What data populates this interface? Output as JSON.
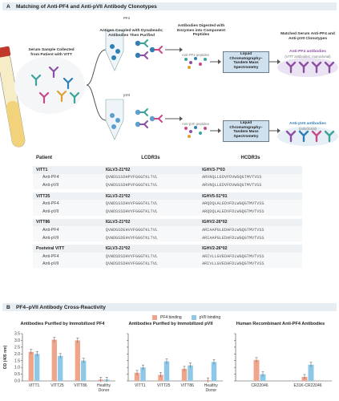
{
  "panel_a": {
    "label": "A",
    "title": "Matching of Anti-PF4 and Anti-pVII Antibody Clonotypes",
    "step_serum": "Serum Sample Collected from Patient with VITT",
    "step_antigen": "Antigen Coupled with Dynabeads; Antibodies Then Purified",
    "step_digest": "Antibodies Digested with Enzymes into Component Peptides",
    "step_matched": "Matched Serum Anti-PF4 and Anti-pVII Clonotypes",
    "tube_pf4": "PF4",
    "tube_pvii": "pVII",
    "peptides_pf4": "Anti-PF4 peptides",
    "peptides_pvii": "Anti-pVII peptides",
    "lcms_label": "Liquid Chromatography–Tandem Mass Spectrometry",
    "result_pf4_title": "Anti-PF4 antibodies",
    "result_pf4_sub": "(VITT antibodies; monoclonal)",
    "result_pvii_title": "Anti-pVII antibodies",
    "result_pvii_sub": "(polyclonal)",
    "colors": {
      "pf4_bead": "#2e7fb4",
      "pvii_bead": "#5a9fd0",
      "antibody_teal": "#3aa39a",
      "antibody_purple": "#8d4fa3",
      "antibody_pink": "#c8498a",
      "tube_fill": "#f2d27a"
    }
  },
  "table": {
    "col_patient": "Patient",
    "col_lcdr3": "LCDR3s",
    "col_hcdr3": "HCDR3s",
    "rows": [
      {
        "patient": "VITT1",
        "light_gene": "IGLV3-21*02",
        "heavy_gene": "IGHV3-7*03",
        "entries": [
          {
            "label": "Anti-PF4",
            "lcdr3": "QVWDSSSDHPVFGGGTKLTVL",
            "hcdr3": "ARVNQLLEDVFDVWGQGTMVTVSS"
          },
          {
            "label": "Anti-pVII",
            "lcdr3": "QVWDSSSDHPVFGGGTKLTVL",
            "hcdr3": "ARVNQLLEDVFDVWGQGTMVTVSS"
          }
        ]
      },
      {
        "patient": "VITT25",
        "light_gene": "IGLV3-21*02",
        "heavy_gene": "IGHV5-51*01",
        "entries": [
          {
            "label": "Anti-PF4",
            "lcdr3": "QVWDSSSDHVVFGGGTKLTVL",
            "hcdr3": "ARQDQLALEDVFDLWGQGTMVTVSS"
          },
          {
            "label": "Anti-pVII",
            "lcdr3": "QVWDSSSDHVVFGGGTKLTVL",
            "hcdr3": "ARQDQLALEDVFDLWGQGTMVTVSS"
          }
        ]
      },
      {
        "patient": "VITT86",
        "light_gene": "IGLV3-21*02",
        "heavy_gene": "IGHV2-26*02",
        "entries": [
          {
            "label": "Anti-PF4",
            "lcdr3": "QVWDGSDEHVVFGGGTKLTVL",
            "hcdr3": "ARIAAPGLEDAFDLWGQGTMVTVSS"
          },
          {
            "label": "Anti-pVII",
            "lcdr3": "QVWDGSDEHVVFGGGTKLTVL",
            "hcdr3": "ARIAAPGLEDAFDLWGQGTMVTVSS"
          }
        ]
      },
      {
        "patient": "Postviral VITT",
        "light_gene": "IGLV3-21*02",
        "heavy_gene": "IGHV2-26*02",
        "entries": [
          {
            "label": "Anti-PF4",
            "lcdr3": "QVWDSDSDHVVFGGGTKLTVL",
            "hcdr3": "ARIVLLGVEDAFDLWGQGTMVTVSS"
          },
          {
            "label": "Anti-pVII",
            "lcdr3": "QVWDSDSDHVVFGGGTKLTVL",
            "hcdr3": "ARIVLLGVEDAFDLWGQGTMVTVSS"
          }
        ]
      }
    ]
  },
  "panel_b": {
    "label": "B",
    "title": "PF4–pVII Antibody Cross-Reactivity",
    "legend_pf4": "PF4 binding",
    "legend_pvii": "pVII binding"
  },
  "chart_data": [
    {
      "type": "bar",
      "title": "Antibodies Purified by Immobilized PF4",
      "ylabel": "OD (405 nm)",
      "ylim": [
        0,
        3.5
      ],
      "yticks": [
        "0.0",
        "0.5",
        "1.0",
        "1.5",
        "2.0",
        "2.5",
        "3.0",
        "3.5"
      ],
      "categories": [
        "VITT1",
        "VITT25",
        "VITT86",
        "Healthy Donor"
      ],
      "series": [
        {
          "name": "PF4 binding",
          "color": "#eda68b",
          "values": [
            2.15,
            3.05,
            3.0,
            0.1
          ]
        },
        {
          "name": "pVII binding",
          "color": "#8ec8e8",
          "values": [
            2.0,
            1.85,
            1.5,
            0.1
          ]
        }
      ]
    },
    {
      "type": "bar",
      "title": "Antibodies Purified by Immobilized pVII",
      "ylim": [
        0,
        3.5
      ],
      "categories": [
        "VITT1",
        "VITT25",
        "VITT86",
        "Healthy Donor"
      ],
      "series": [
        {
          "name": "PF4 binding",
          "color": "#eda68b",
          "values": [
            0.6,
            0.45,
            0.9,
            0.05
          ]
        },
        {
          "name": "pVII binding",
          "color": "#8ec8e8",
          "values": [
            1.0,
            1.45,
            1.15,
            1.4
          ]
        }
      ]
    },
    {
      "type": "bar",
      "title": "Human Recombinant Anti-PF4 Antibodies",
      "ylim": [
        0,
        3.5
      ],
      "categories": [
        "CR22046",
        "E31K-CR22046"
      ],
      "series": [
        {
          "name": "PF4 binding",
          "color": "#eda68b",
          "values": [
            1.55,
            0.3
          ]
        },
        {
          "name": "pVII binding",
          "color": "#8ec8e8",
          "values": [
            0.5,
            1.2
          ]
        }
      ]
    }
  ]
}
